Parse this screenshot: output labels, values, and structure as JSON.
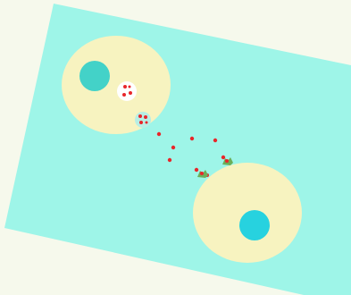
{
  "colors": {
    "page_background": "#f6f9ec",
    "extracellular_space": "#9ef5e8",
    "cell_body": "#f7f3c0",
    "presynaptic_nucleus": "#43d2c8",
    "postsynaptic_nucleus": "#27d2df",
    "vesicle_membrane": "#ffffff",
    "fusing_vesicle_membrane": "#b8eee4",
    "neurotransmitter": "#e8262a",
    "receptor": "#6bae58"
  },
  "structures": {
    "presynaptic_cell": {
      "shape": "ellipse",
      "nucleus": "present"
    },
    "postsynaptic_cell": {
      "shape": "ellipse",
      "nucleus": "present"
    },
    "synaptic_vesicle": {
      "cargo_count": 4
    },
    "fusing_vesicle": {
      "cargo_count": 4
    },
    "free_neurotransmitters": {
      "count": 8
    },
    "receptors": {
      "count": 2,
      "bound_each": 1
    }
  }
}
